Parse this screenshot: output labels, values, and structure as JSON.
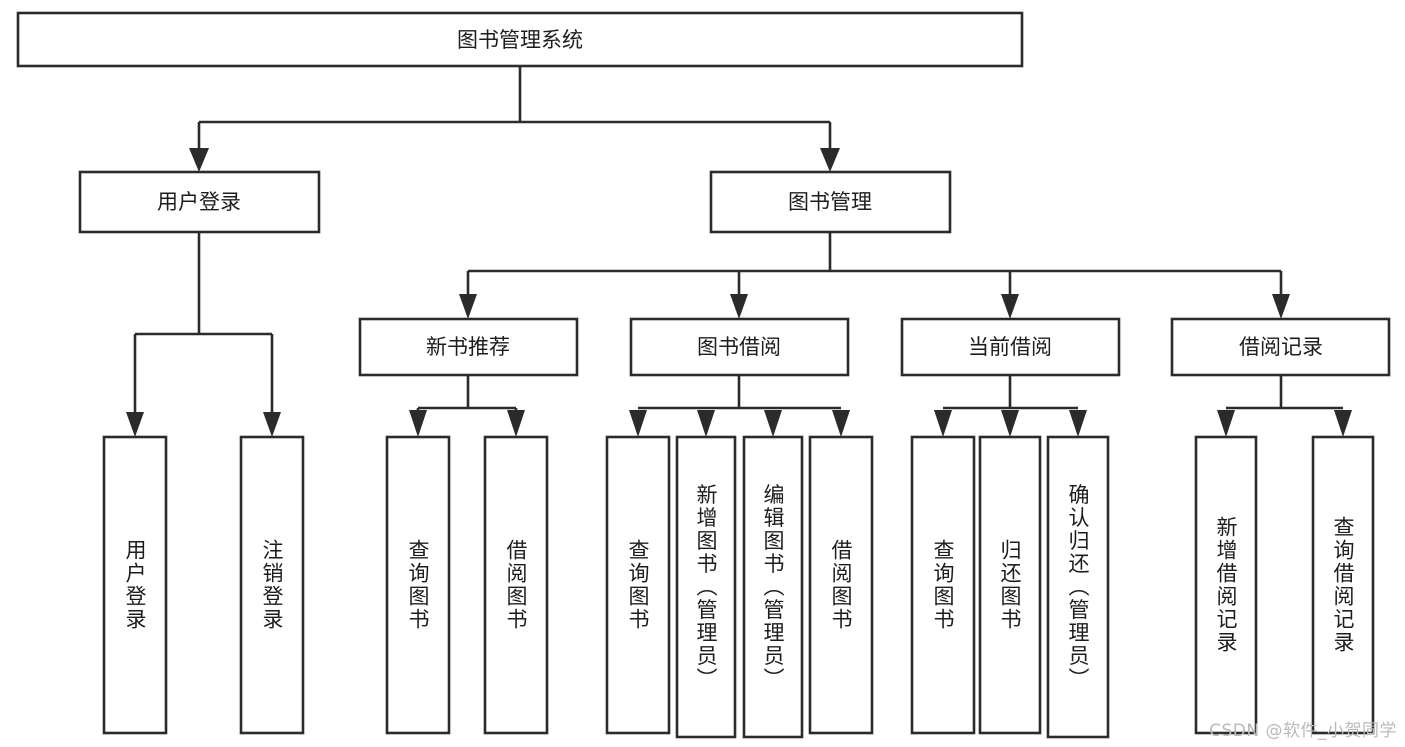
{
  "diagram": {
    "type": "tree-hierarchy",
    "title": "图书管理系统",
    "levels": [
      {
        "level": 1,
        "nodes": [
          {
            "id": "root",
            "label": "图书管理系统",
            "orientation": "horizontal"
          }
        ]
      },
      {
        "level": 2,
        "nodes": [
          {
            "id": "user-login",
            "label": "用户登录",
            "orientation": "horizontal",
            "parent": "root"
          },
          {
            "id": "book-manage",
            "label": "图书管理",
            "orientation": "horizontal",
            "parent": "root"
          }
        ]
      },
      {
        "level": 3,
        "nodes": [
          {
            "id": "new-book-rec",
            "label": "新书推荐",
            "orientation": "horizontal",
            "parent": "book-manage"
          },
          {
            "id": "book-borrow",
            "label": "图书借阅",
            "orientation": "horizontal",
            "parent": "book-manage"
          },
          {
            "id": "current-borrow",
            "label": "当前借阅",
            "orientation": "horizontal",
            "parent": "book-manage"
          },
          {
            "id": "borrow-record",
            "label": "借阅记录",
            "orientation": "horizontal",
            "parent": "book-manage"
          }
        ]
      },
      {
        "level": 4,
        "nodes": [
          {
            "id": "leaf-1",
            "label": "用户登录",
            "orientation": "vertical",
            "parent": "user-login"
          },
          {
            "id": "leaf-2",
            "label": "注销登录",
            "orientation": "vertical",
            "parent": "user-login"
          },
          {
            "id": "leaf-3",
            "label": "查询图书",
            "orientation": "vertical",
            "parent": "new-book-rec"
          },
          {
            "id": "leaf-4",
            "label": "借阅图书",
            "orientation": "vertical",
            "parent": "new-book-rec"
          },
          {
            "id": "leaf-5",
            "label": "查询图书",
            "orientation": "vertical",
            "parent": "book-borrow"
          },
          {
            "id": "leaf-6",
            "label": "新增图书（管理员）",
            "orientation": "vertical",
            "parent": "book-borrow"
          },
          {
            "id": "leaf-7",
            "label": "编辑图书（管理员）",
            "orientation": "vertical",
            "parent": "book-borrow"
          },
          {
            "id": "leaf-8",
            "label": "借阅图书",
            "orientation": "vertical",
            "parent": "book-borrow"
          },
          {
            "id": "leaf-9",
            "label": "查询图书",
            "orientation": "vertical",
            "parent": "current-borrow"
          },
          {
            "id": "leaf-10",
            "label": "归还图书",
            "orientation": "vertical",
            "parent": "current-borrow"
          },
          {
            "id": "leaf-11",
            "label": "确认归还（管理员）",
            "orientation": "vertical",
            "parent": "current-borrow"
          },
          {
            "id": "leaf-12",
            "label": "新增借阅记录",
            "orientation": "vertical",
            "parent": "borrow-record"
          },
          {
            "id": "leaf-13",
            "label": "查询借阅记录",
            "orientation": "vertical",
            "parent": "borrow-record"
          }
        ]
      }
    ],
    "colors": {
      "box_stroke": "#2b2b2b",
      "box_fill": "#ffffff",
      "connector": "#2b2b2b",
      "text": "#1d1d1d",
      "background": "#ffffff",
      "watermark": "#b9b9b9"
    }
  },
  "watermark": {
    "text": "CSDN @软件_小贺同学"
  }
}
